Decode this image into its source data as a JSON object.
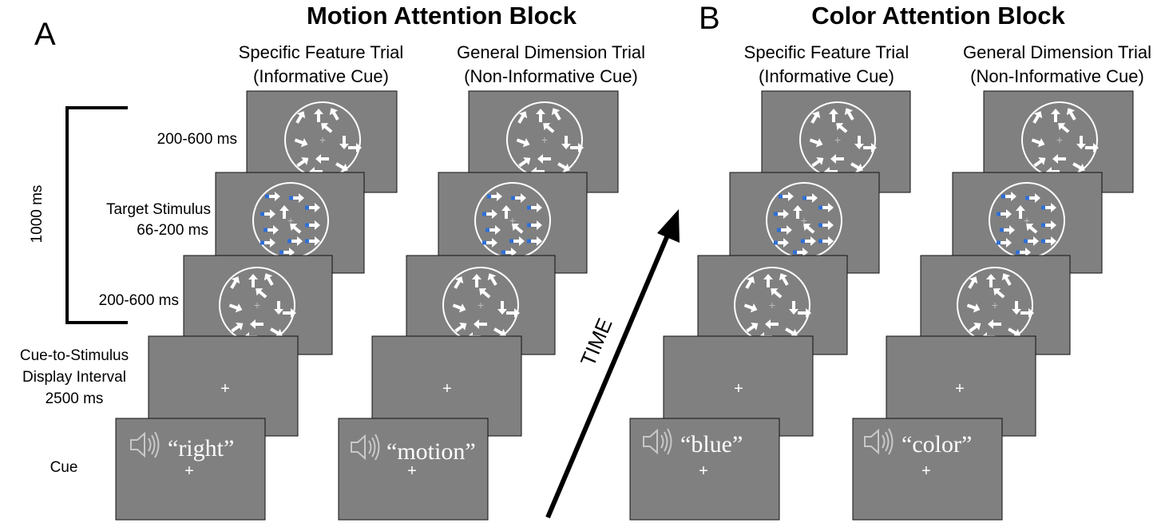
{
  "panels": {
    "a": {
      "letter": "A",
      "title": "Motion Attention Block",
      "columns": [
        {
          "line1": "Specific Feature Trial",
          "line2": "(Informative Cue)",
          "cue": "“right”"
        },
        {
          "line1": "General Dimension Trial",
          "line2": "(Non-Informative Cue)",
          "cue": "“motion”"
        }
      ]
    },
    "b": {
      "letter": "B",
      "title": "Color Attention Block",
      "columns": [
        {
          "line1": "Specific Feature Trial",
          "line2": "(Informative Cue)",
          "cue": "“blue”"
        },
        {
          "line1": "General Dimension Trial",
          "line2": "(Non-Informative Cue)",
          "cue": "“color”"
        }
      ]
    }
  },
  "row_labels": {
    "post_stimulus": "200-600 ms",
    "target_line1": "Target Stimulus",
    "target_line2": "66-200 ms",
    "pre_stimulus": "200-600 ms",
    "interval_line1": "Cue-to-Stimulus",
    "interval_line2": "Display Interval",
    "interval_line3": "2500 ms",
    "cue": "Cue"
  },
  "bracket_label": "1000 ms",
  "time_label": "TIME",
  "fixation": "+",
  "colors": {
    "screen": "#808080",
    "arrow": "#ffffff",
    "target_accent": "#2f6fd6",
    "speaker": "#c8c8c8"
  },
  "icons": {
    "speaker": "speaker-icon"
  }
}
